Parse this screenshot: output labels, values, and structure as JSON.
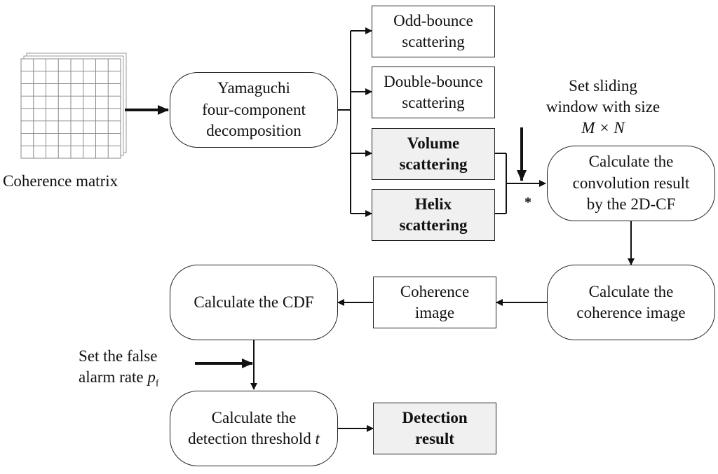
{
  "input": {
    "caption": "Coherence matrix"
  },
  "nodes": {
    "yamaguchi": "Yamaguchi\nfour-component\ndecomposition",
    "odd": "Odd-bounce\nscattering",
    "double": "Double-bounce\nscattering",
    "volume": "Volume\nscattering",
    "helix": "Helix\nscattering",
    "convolution": "Calculate the\nconvolution result\nby the 2D-CF",
    "calc_coherence": "Calculate the\ncoherence image",
    "coherence_image": "Coherence\nimage",
    "cdf": "Calculate the CDF",
    "threshold_line1": "Calculate the",
    "threshold_line2": "detection threshold ",
    "threshold_var": "t",
    "result": "Detection\nresult"
  },
  "annotations": {
    "window_line1": "Set sliding",
    "window_line2": "window with size",
    "window_expr": "M × N",
    "conv_operator": "*",
    "false_alarm_line1": "Set the false",
    "false_alarm_line2": "alarm rate ",
    "false_alarm_var": "p",
    "false_alarm_sub": "f"
  },
  "colors": {
    "line": "#111111",
    "shaded_fill": "#f0f0f0",
    "grid_line": "#8a8a8a"
  }
}
